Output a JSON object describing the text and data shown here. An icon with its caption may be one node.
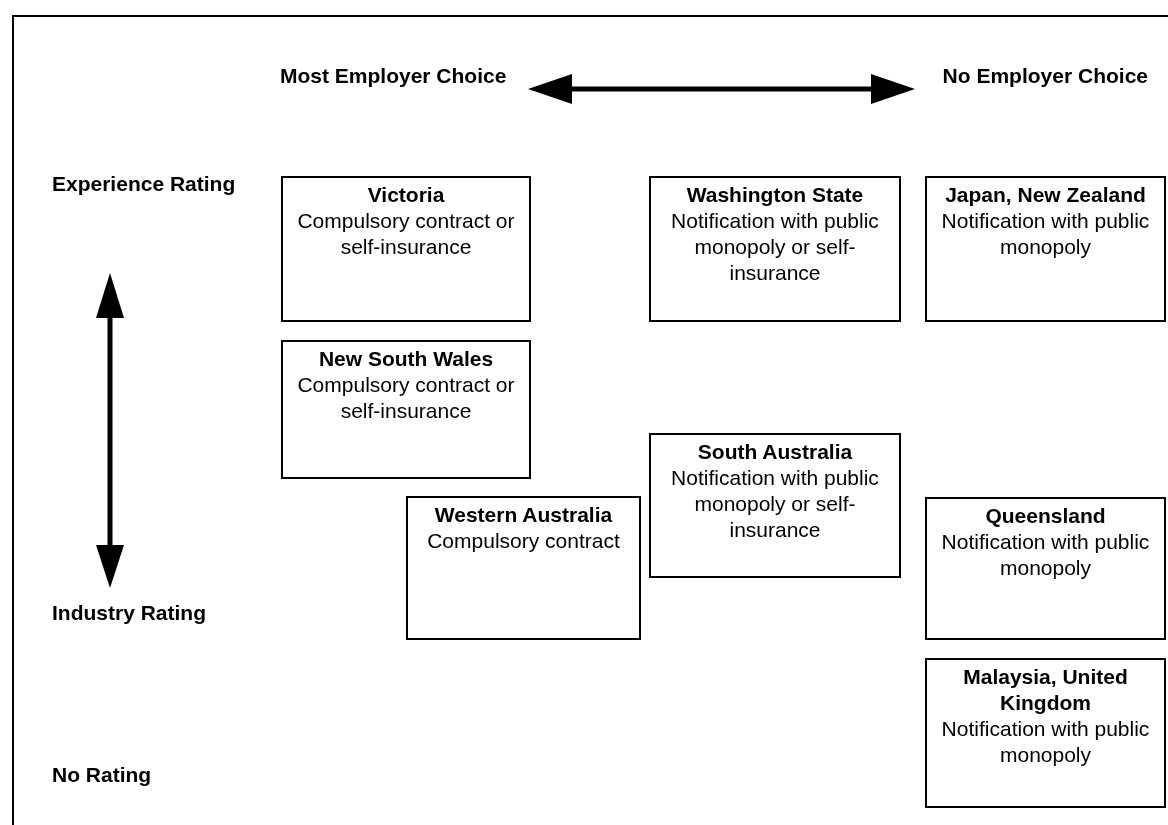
{
  "diagram": {
    "nodes": [
      {
        "text": [
          "Victoria",
          "Compulsory contract or self-insurance"
        ]
      },
      {
        "text": [
          "Washington State",
          "Notification with public monopoly or self-insurance"
        ]
      },
      {
        "text": [
          "Japan, New Zealand",
          "Notification with public monopoly"
        ]
      },
      {
        "text": [
          "New South Wales",
          "Compulsory contract or self-insurance"
        ]
      },
      {
        "text": [
          "South Australia",
          "Notification with public monopoly or self-insurance"
        ]
      },
      {
        "text": [
          "Western Australia",
          "Compulsory contract"
        ]
      },
      {
        "text": [
          "Queensland",
          "Notification with public monopoly"
        ]
      },
      {
        "text": [
          "Malaysia, United Kingdom",
          "Notification with public monopoly"
        ]
      }
    ],
    "edges": [],
    "labels": [
      "Most Employer Choice",
      "No Employer Choice",
      "Experience Rating",
      "Industry Rating",
      "No Rating"
    ]
  }
}
